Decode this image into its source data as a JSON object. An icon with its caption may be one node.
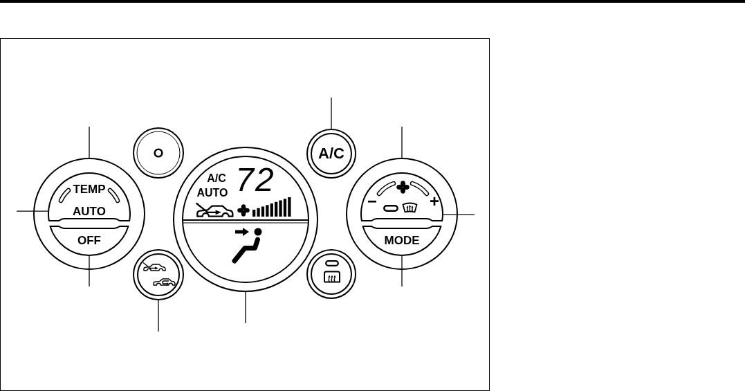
{
  "diagram": {
    "nodes": [
      {
        "text": [],
        "shape": "circle"
      },
      {
        "text": [
          "TEMP",
          "AUTO"
        ],
        "in": 0
      },
      {
        "text": [
          "OFF"
        ],
        "in": 0
      },
      {
        "text": [],
        "shape": "circle"
      },
      {
        "text": [],
        "shape": "circle"
      },
      {
        "text": [
          "A/C",
          "AUTO",
          "72"
        ]
      },
      {
        "text": [
          "A/C"
        ]
      },
      {
        "text": [],
        "shape": "circle"
      },
      {
        "text": [],
        "shape": "circle"
      },
      {
        "text": [
          "−",
          "+"
        ],
        "in": 8
      },
      {
        "text": [
          "MODE"
        ],
        "in": 8
      }
    ],
    "edges": [
      {
        "from": null,
        "to": 0,
        "arrow": "none"
      },
      {
        "from": null,
        "to": 1,
        "arrow": "none"
      },
      {
        "from": null,
        "to": 2,
        "arrow": "none"
      },
      {
        "from": null,
        "to": 4,
        "arrow": "none"
      },
      {
        "from": null,
        "to": 5,
        "arrow": "none"
      },
      {
        "from": null,
        "to": 6,
        "arrow": "none"
      },
      {
        "from": null,
        "to": 8,
        "arrow": "none"
      },
      {
        "from": null,
        "to": 9,
        "arrow": "none"
      },
      {
        "from": null,
        "to": 10,
        "arrow": "none"
      }
    ]
  }
}
